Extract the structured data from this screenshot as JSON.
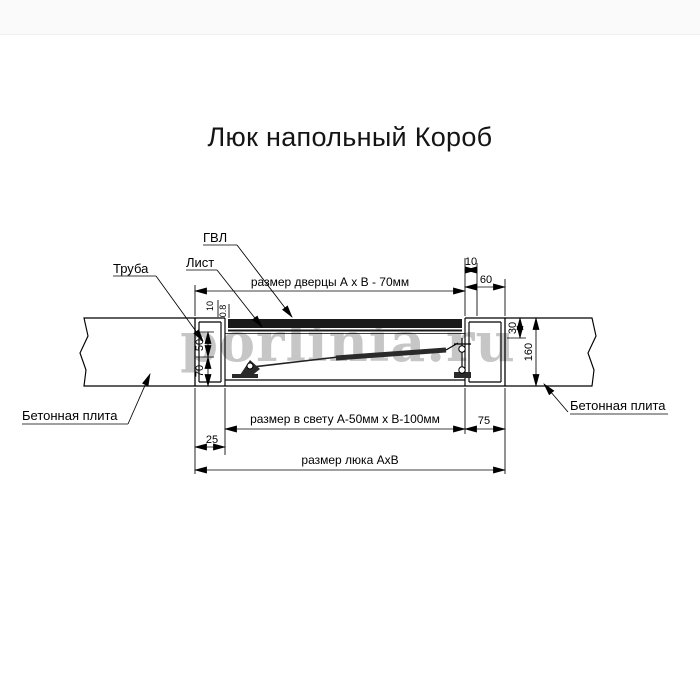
{
  "title": "Люк напольный Короб",
  "watermark": "porlinia.ru",
  "callouts": {
    "gvl": "ГВЛ",
    "sheet": "Лист",
    "pipe": "Труба",
    "concrete_left": "Бетонная плита",
    "concrete_right": "Бетонная плита"
  },
  "dimensions": {
    "door_size": "размер дверцы А х В - 70мм",
    "clear_size": "размер в свету А-50мм х В-100мм",
    "hatch_size": "размер люка АхВ",
    "gap_top": "10",
    "frame_top": "60",
    "lid_thickness": "10",
    "sheet_thickness": "0.8",
    "depth_upper": "30",
    "depth_total": "160",
    "left_upper": "50",
    "left_lower": "70",
    "frame_bottom": "75",
    "offset_bottom": "25"
  },
  "colors": {
    "line": "#000000",
    "lid": "#1a1a1a",
    "hatch_stroke": "#8a8a8a",
    "watermark": "#8f8f8f"
  }
}
